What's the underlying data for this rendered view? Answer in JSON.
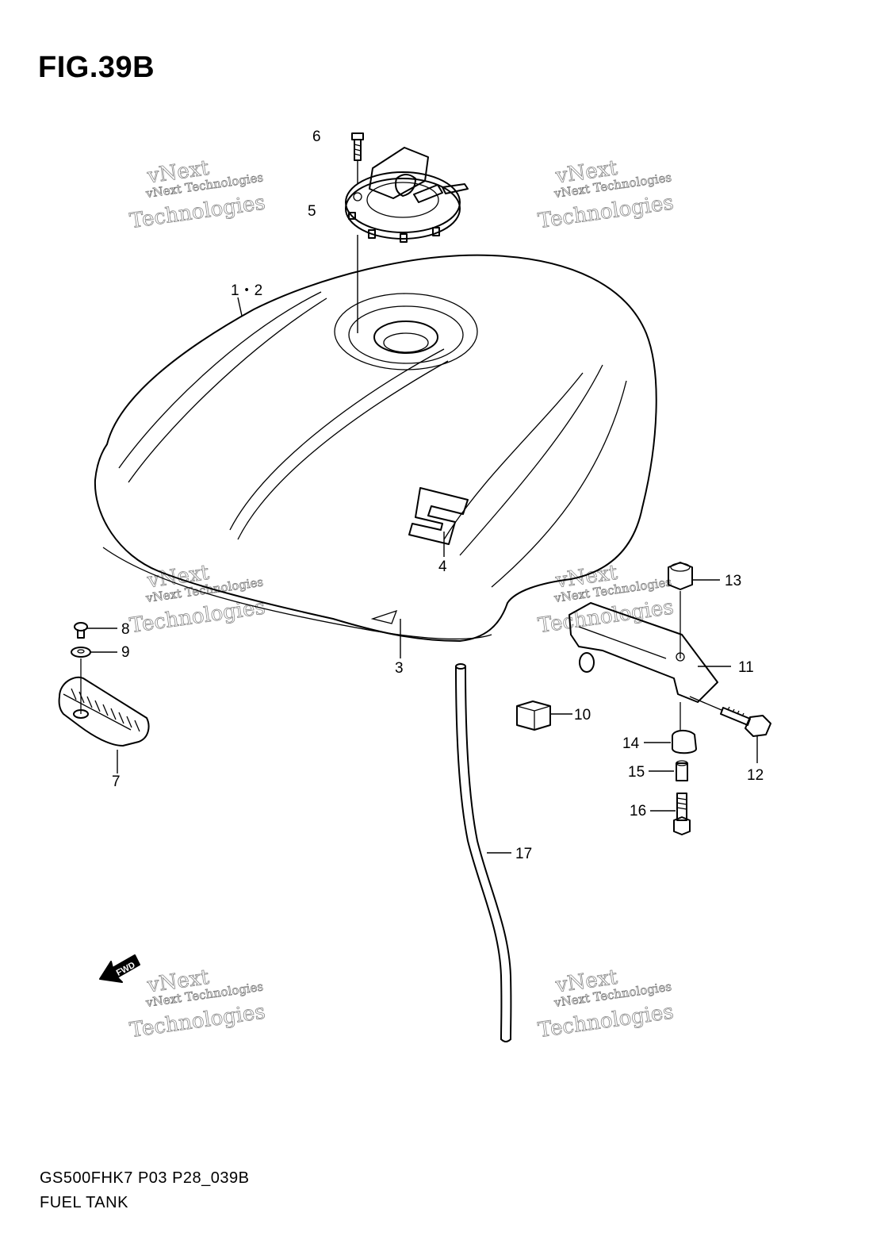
{
  "figure": {
    "title": "FIG.39B",
    "model_code": "GS500FHK7 P03 P28_039B",
    "assembly_name": "FUEL TANK"
  },
  "watermark": {
    "line_small": "vNext Technologies",
    "line_big_a": "vNext",
    "line_big_b": "Technologies"
  },
  "parts": [
    {
      "ref": "1・2",
      "name": "fuel-tank"
    },
    {
      "ref": "3",
      "name": "tank-bottom-edge"
    },
    {
      "ref": "4",
      "name": "tank-emblem"
    },
    {
      "ref": "5",
      "name": "fuel-cap-assembly"
    },
    {
      "ref": "6",
      "name": "cap-screw"
    },
    {
      "ref": "7",
      "name": "side-cushion"
    },
    {
      "ref": "8",
      "name": "cushion-screw"
    },
    {
      "ref": "9",
      "name": "cushion-washer"
    },
    {
      "ref": "10",
      "name": "cushion-block"
    },
    {
      "ref": "11",
      "name": "rear-bracket"
    },
    {
      "ref": "12",
      "name": "bracket-bolt"
    },
    {
      "ref": "13",
      "name": "bracket-nut"
    },
    {
      "ref": "14",
      "name": "rubber-mount"
    },
    {
      "ref": "15",
      "name": "spacer"
    },
    {
      "ref": "16",
      "name": "mount-bolt"
    },
    {
      "ref": "17",
      "name": "drain-hose"
    }
  ],
  "icons": {
    "forward_arrow": "fwd-arrow-icon",
    "forward_label": "FWD"
  }
}
